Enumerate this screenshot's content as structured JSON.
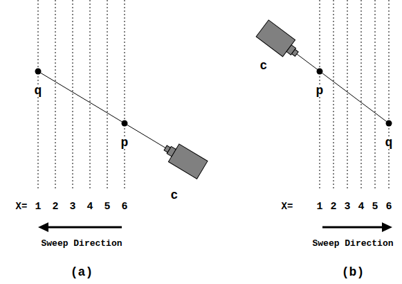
{
  "diagram": {
    "labels": [
      "q",
      "p",
      "c",
      "X=",
      "1",
      "2",
      "3",
      "4",
      "5",
      "6",
      "Sweep Direction",
      "(a)",
      "c",
      "p",
      "q",
      "X=",
      "1",
      "2",
      "3",
      "4",
      "5",
      "6",
      "Sweep Direction",
      "(b)"
    ]
  }
}
